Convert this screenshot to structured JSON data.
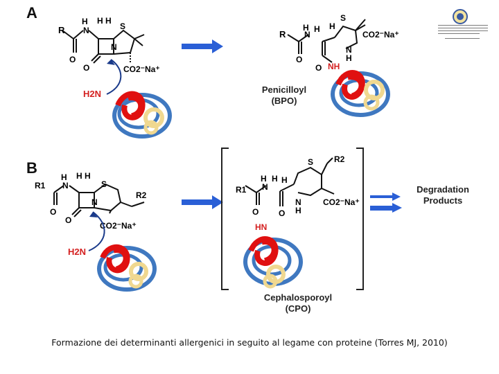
{
  "panel_a": {
    "letter": "A",
    "product_label_line1": "Penicilloyl",
    "product_label_line2": "(BPO)",
    "nucleophile": "H2N",
    "product_nh": "NH",
    "carboxylate": "CO2⁻Na⁺",
    "r_group": "R"
  },
  "panel_b": {
    "letter": "B",
    "product_label_line1": "Cephalosporoyl",
    "product_label_line2": "(CPO)",
    "degradation_line1": "Degradation",
    "degradation_line2": "Products",
    "nucleophile": "H2N",
    "product_hn": "HN",
    "carboxylate": "CO2⁻Na⁺",
    "r1_group": "R1",
    "r2_group": "R2"
  },
  "caption": "Formazione dei determinanti allergenici in seguito al legame con proteine  (Torres MJ, 2010)",
  "colors": {
    "arrow_blue": "#2a5fd6",
    "protein_red": "#e01010",
    "protein_blue": "#3f78c0",
    "protein_cream": "#f0d890",
    "amine_red": "#d42020"
  }
}
